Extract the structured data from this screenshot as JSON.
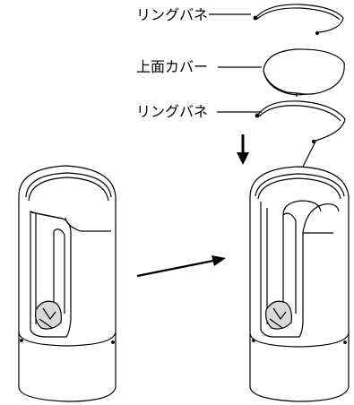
{
  "labels": {
    "ring_spring_top": "リングバネ",
    "top_cover": "上面カバー",
    "ring_spring_bottom": "リングバネ"
  },
  "colors": {
    "line": "#000000",
    "fill": "#ffffff",
    "shade": "#d9d9d9"
  }
}
